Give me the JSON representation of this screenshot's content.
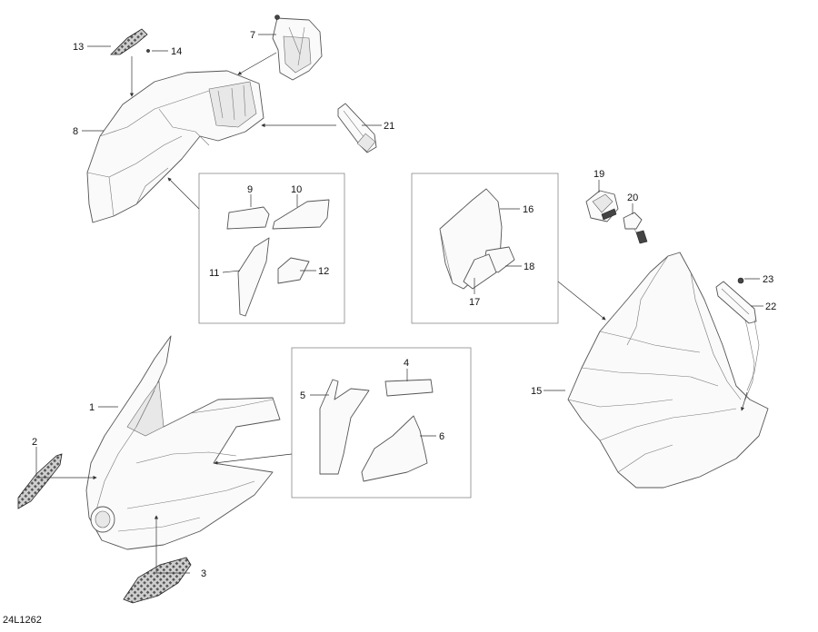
{
  "diagram": {
    "image_code": "24L1262",
    "callouts": [
      {
        "id": "c1",
        "label": "1"
      },
      {
        "id": "c2",
        "label": "2"
      },
      {
        "id": "c3",
        "label": "3"
      },
      {
        "id": "c4",
        "label": "4"
      },
      {
        "id": "c5",
        "label": "5"
      },
      {
        "id": "c6",
        "label": "6"
      },
      {
        "id": "c7",
        "label": "7"
      },
      {
        "id": "c8",
        "label": "8"
      },
      {
        "id": "c9",
        "label": "9"
      },
      {
        "id": "c10",
        "label": "10"
      },
      {
        "id": "c11",
        "label": "11"
      },
      {
        "id": "c12",
        "label": "12"
      },
      {
        "id": "c13",
        "label": "13"
      },
      {
        "id": "c14",
        "label": "14"
      },
      {
        "id": "c15",
        "label": "15"
      },
      {
        "id": "c16",
        "label": "16"
      },
      {
        "id": "c17",
        "label": "17"
      },
      {
        "id": "c18",
        "label": "18"
      },
      {
        "id": "c19",
        "label": "19"
      },
      {
        "id": "c20",
        "label": "20"
      },
      {
        "id": "c21",
        "label": "21"
      },
      {
        "id": "c22",
        "label": "22"
      },
      {
        "id": "c23",
        "label": "23"
      }
    ]
  }
}
